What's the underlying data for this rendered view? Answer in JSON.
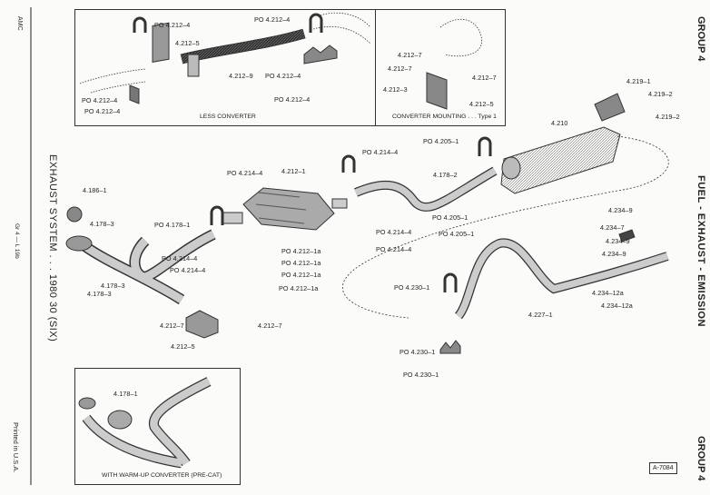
{
  "margin": {
    "left_top": "AMC",
    "left_title": "EXHAUST SYSTEM . . . 1980 30 (SIX)",
    "left_code": "Gr 4 — L 19b",
    "left_bottom": "Printed in U.S.A.",
    "right_top": "GROUP 4",
    "right_middle": "FUEL - EXHAUST - EMISSION",
    "right_bottom": "GROUP 4"
  },
  "figure_ref": "A-7084",
  "insets": {
    "less_converter": {
      "caption": "LESS CONVERTER",
      "labels": [
        "PO 4.212–4",
        "4.212–5",
        "4.212–9",
        "PO 4.212–4",
        "PO 4.212–4",
        "PO 4.212–4",
        "PO 4.212–4",
        "PO 4.212–4"
      ]
    },
    "converter_mounting": {
      "caption": "CONVERTER MOUNTING . . . Type 1",
      "labels": [
        "4.212–7",
        "4.212–7",
        "4.212–3",
        "4.212–7",
        "4.212–5"
      ]
    },
    "pre_cat": {
      "caption": "WITH WARM-UP CONVERTER (PRE-CAT)",
      "labels": [
        "4.178–1"
      ]
    }
  },
  "labels": [
    "4.219–1",
    "4.219–2",
    "4.219–2",
    "4.210",
    "4.186–1",
    "4.178–3",
    "PO 4.178–1",
    "PO 4.214–4",
    "4.212–1",
    "PO 4.214–4",
    "PO 4.214–4",
    "4.178–3",
    "4.178–3",
    "PO 4.212–1a",
    "PO 4.212–1a",
    "PO 4.212–1a",
    "PO 4.212–1a",
    "4.212–7",
    "4.212–7",
    "4.212–5",
    "PO 4.205–1",
    "PO 4.214–4",
    "4.178–2",
    "PO 4.205–1",
    "PO 4.205–1",
    "PO 4.214–4",
    "PO 4.214–4",
    "4.234–9",
    "4.234–7",
    "4.234–9",
    "4.234–9",
    "PO 4.230–1",
    "4.234–12a",
    "4.234–12a",
    "4.227–1",
    "PO 4.230–1",
    "PO 4.230–1"
  ]
}
